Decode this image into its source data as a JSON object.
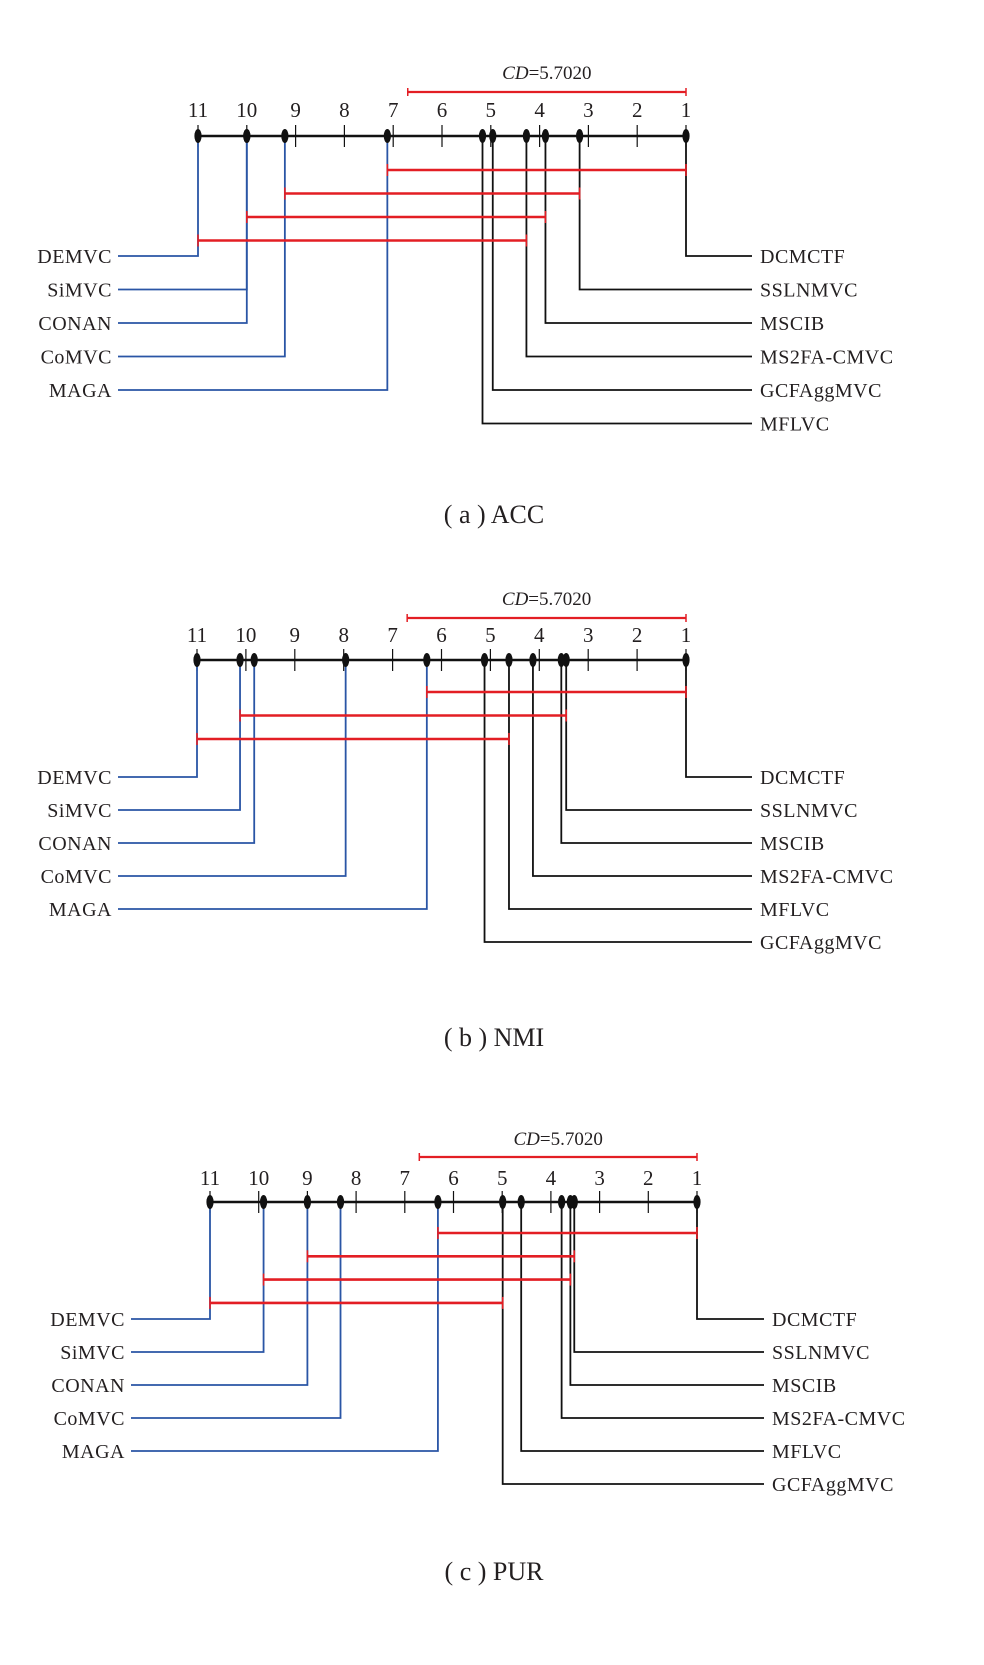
{
  "chart_data": [
    {
      "type": "critical-difference",
      "panel": "a",
      "caption": "( a ) ACC",
      "cd_label": "CD=5.7020",
      "cd_value": 5.702,
      "axis": {
        "min": 1,
        "max": 11,
        "ticks": [
          "11",
          "10",
          "9",
          "8",
          "7",
          "6",
          "5",
          "4",
          "3",
          "2",
          "1"
        ]
      },
      "left_methods": [
        {
          "name": "DEMVC",
          "rank": 11.0
        },
        {
          "name": "SiMVC",
          "rank": 10.0
        },
        {
          "name": "CONAN",
          "rank": 10.0
        },
        {
          "name": "CoMVC",
          "rank": 9.22
        },
        {
          "name": "MAGA",
          "rank": 7.12
        }
      ],
      "right_methods": [
        {
          "name": "DCMCTF",
          "rank": 1.0
        },
        {
          "name": "SSLNMVC",
          "rank": 3.18
        },
        {
          "name": "MSCIB",
          "rank": 3.88
        },
        {
          "name": "MS2FA-CMVC",
          "rank": 4.27
        },
        {
          "name": "GCFAggMVC",
          "rank": 4.96
        },
        {
          "name": "MFLVC",
          "rank": 5.17
        }
      ],
      "cliques": [
        {
          "from": "MAGA",
          "to": "DCMCTF",
          "from_rank": 7.12,
          "to_rank": 1.0
        },
        {
          "from": "CoMVC",
          "to": "SSLNMVC",
          "from_rank": 9.22,
          "to_rank": 3.18
        },
        {
          "from": "SiMVC",
          "to": "MSCIB",
          "from_rank": 10.0,
          "to_rank": 3.88
        },
        {
          "from": "DEMVC",
          "to": "MS2FA-CMVC",
          "from_rank": 11.0,
          "to_rank": 4.27
        }
      ]
    },
    {
      "type": "critical-difference",
      "panel": "b",
      "caption": "( b ) NMI",
      "cd_label": "CD=5.7020",
      "cd_value": 5.702,
      "axis": {
        "min": 1,
        "max": 11,
        "ticks": [
          "11",
          "10",
          "9",
          "8",
          "7",
          "6",
          "5",
          "4",
          "3",
          "2",
          "1"
        ]
      },
      "left_methods": [
        {
          "name": "DEMVC",
          "rank": 11.0
        },
        {
          "name": "SiMVC",
          "rank": 10.12
        },
        {
          "name": "CONAN",
          "rank": 9.83
        },
        {
          "name": "CoMVC",
          "rank": 7.96
        },
        {
          "name": "MAGA",
          "rank": 6.3
        }
      ],
      "right_methods": [
        {
          "name": "DCMCTF",
          "rank": 1.0
        },
        {
          "name": "SSLNMVC",
          "rank": 3.45
        },
        {
          "name": "MSCIB",
          "rank": 3.55
        },
        {
          "name": "MS2FA-CMVC",
          "rank": 4.13
        },
        {
          "name": "MFLVC",
          "rank": 4.62
        },
        {
          "name": "GCFAggMVC",
          "rank": 5.12
        }
      ],
      "cliques": [
        {
          "from": "MAGA",
          "to": "DCMCTF",
          "from_rank": 6.3,
          "to_rank": 1.0
        },
        {
          "from": "SiMVC",
          "to": "SSLNMVC",
          "from_rank": 10.12,
          "to_rank": 3.45
        },
        {
          "from": "DEMVC",
          "to": "MFLVC",
          "from_rank": 11.0,
          "to_rank": 4.62
        }
      ]
    },
    {
      "type": "critical-difference",
      "panel": "c",
      "caption": "( c ) PUR",
      "cd_label": "CD=5.7020",
      "cd_value": 5.702,
      "axis": {
        "min": 1,
        "max": 11,
        "ticks": [
          "11",
          "10",
          "9",
          "8",
          "7",
          "6",
          "5",
          "4",
          "3",
          "2",
          "1"
        ]
      },
      "left_methods": [
        {
          "name": "DEMVC",
          "rank": 11.0
        },
        {
          "name": "SiMVC",
          "rank": 9.9
        },
        {
          "name": "CONAN",
          "rank": 9.0
        },
        {
          "name": "CoMVC",
          "rank": 8.32
        },
        {
          "name": "MAGA",
          "rank": 6.32
        }
      ],
      "right_methods": [
        {
          "name": "DCMCTF",
          "rank": 1.0
        },
        {
          "name": "SSLNMVC",
          "rank": 3.52
        },
        {
          "name": "MSCIB",
          "rank": 3.6
        },
        {
          "name": "MS2FA-CMVC",
          "rank": 3.78
        },
        {
          "name": "MFLVC",
          "rank": 4.61
        },
        {
          "name": "GCFAggMVC",
          "rank": 4.99
        }
      ],
      "cliques": [
        {
          "from": "MAGA",
          "to": "DCMCTF",
          "from_rank": 6.32,
          "to_rank": 1.0
        },
        {
          "from": "CONAN",
          "to": "SSLNMVC",
          "from_rank": 9.0,
          "to_rank": 3.52
        },
        {
          "from": "SiMVC",
          "to": "MSCIB",
          "from_rank": 9.9,
          "to_rank": 3.6
        },
        {
          "from": "DEMVC",
          "to": "GCFAggMVC",
          "from_rank": 11.0,
          "to_rank": 4.99
        }
      ]
    }
  ],
  "colors": {
    "axis": "#111111",
    "left_lines": "#2a55a5",
    "right_lines": "#111111",
    "clique": "#e31e24",
    "text": "#231f20"
  }
}
